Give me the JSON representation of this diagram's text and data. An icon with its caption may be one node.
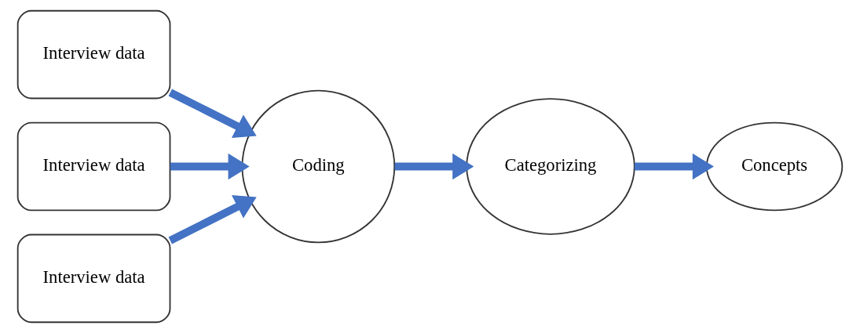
{
  "diagram": {
    "nodes": [
      {
        "text": [
          "Interview data"
        ]
      },
      {
        "text": [
          "Interview data"
        ]
      },
      {
        "text": [
          "Interview data"
        ]
      },
      {
        "text": [
          "Coding"
        ]
      },
      {
        "text": [
          "Categorizing"
        ]
      },
      {
        "text": [
          "Concepts"
        ]
      }
    ],
    "edges": [
      {
        "from": 0,
        "to": 3,
        "arrow": "to"
      },
      {
        "from": 1,
        "to": 3,
        "arrow": "to"
      },
      {
        "from": 2,
        "to": 3,
        "arrow": "to"
      },
      {
        "from": 3,
        "to": 4,
        "arrow": "to"
      },
      {
        "from": 4,
        "to": 5,
        "arrow": "to"
      }
    ]
  }
}
